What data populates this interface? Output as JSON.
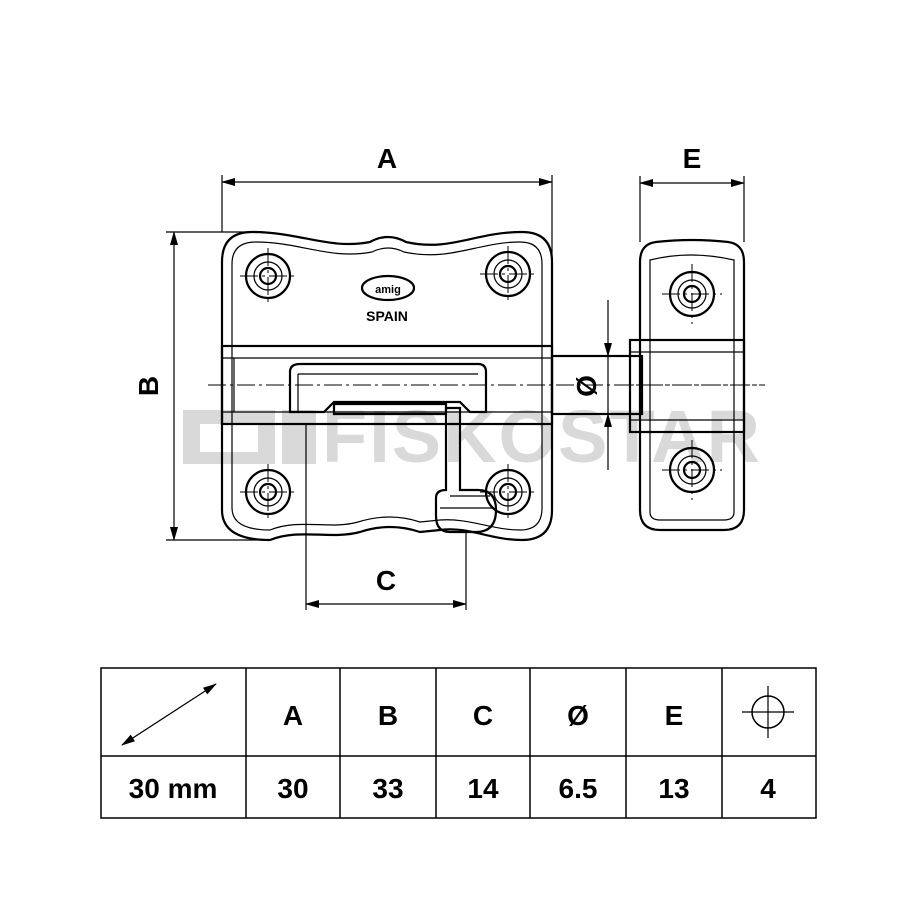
{
  "watermark": "FISKOSTAR",
  "marking": {
    "logo": "amig",
    "origin": "SPAIN"
  },
  "dimension_labels": {
    "a": "A",
    "b": "B",
    "c": "C",
    "diameter": "Ø",
    "e": "E"
  },
  "table": {
    "headers": [
      "A",
      "B",
      "C",
      "Ø",
      "E"
    ],
    "row": {
      "size": "30 mm",
      "values": [
        "30",
        "33",
        "14",
        "6.5",
        "13",
        "4"
      ]
    },
    "header_icons": [
      "diagonal-size-arrow-icon",
      "screw-hole-icon"
    ]
  }
}
